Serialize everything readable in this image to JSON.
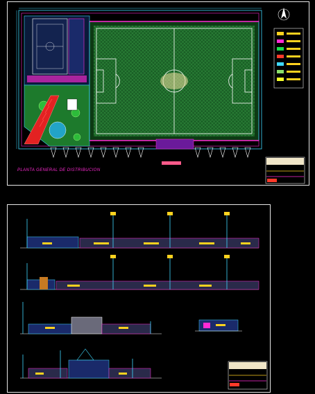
{
  "sheet1": {
    "plan_title": "PLANTA GENERAL DE DISTRIBUCION",
    "legend_items": 7,
    "legend_colors": [
      "#ffd21f",
      "#ff2ad4",
      "#18e04a",
      "#ff3a2a",
      "#3fd9ff",
      "#8be06a",
      "#f4ff2a"
    ]
  },
  "sheet2": {
    "elevation_rows": 4
  },
  "colors": {
    "background": "#000000",
    "frame": "#e8e8e8",
    "field_green": "#1c6b2a",
    "cad_cyan": "#3fd9ff",
    "cad_magenta": "#ff2ad4",
    "cad_yellow": "#ffd21f",
    "cad_red": "#ff2a2a"
  },
  "icons": {
    "north_arrow": "north-arrow-icon"
  }
}
